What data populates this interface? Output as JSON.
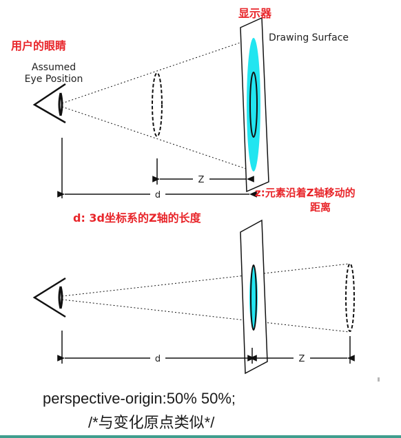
{
  "annotations": {
    "display_label": "显示器",
    "user_eye_label": "用户的眼睛",
    "z_desc_line1": "z:元素沿着Z轴移动的",
    "z_desc_line2": "距离",
    "d_desc": "d: 3d坐标系的Z轴的长度"
  },
  "diagram_top": {
    "drawing_surface_label": "Drawing Surface",
    "eye_label_line1": "Assumed",
    "eye_label_line2": "Eye Position",
    "z_label": "Z",
    "d_label": "d"
  },
  "diagram_bottom": {
    "d_label": "d",
    "z_label": "Z"
  },
  "code": {
    "line1": "perspective-origin:50% 50%;",
    "line2": "/*与变化原点类似*/"
  },
  "colors": {
    "annotation_red": "#e8252a",
    "projection_cyan": "#22e5f0",
    "bottom_rule": "#3f9e8e"
  }
}
